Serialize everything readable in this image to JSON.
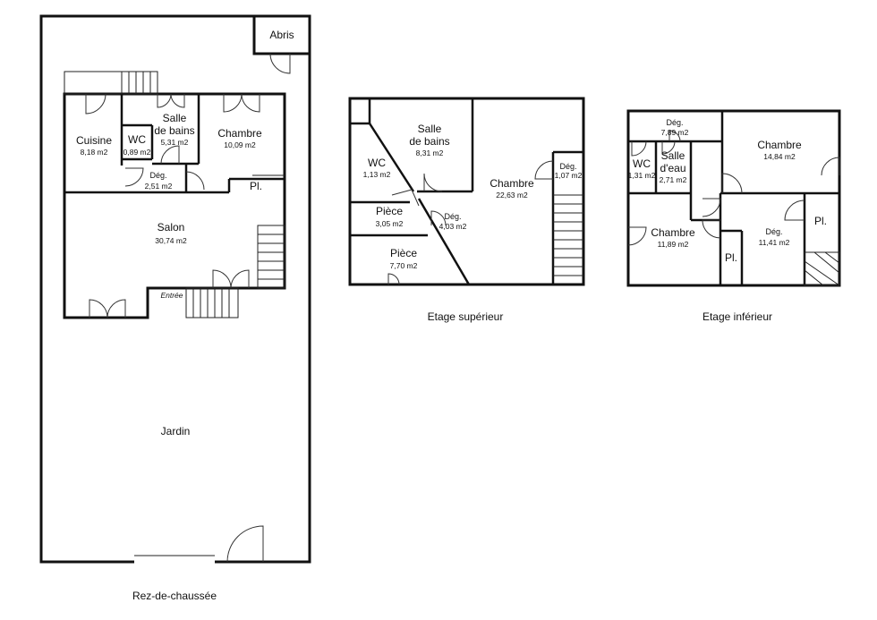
{
  "plans": {
    "rdc": {
      "caption": "Rez-de-chaussée",
      "rooms": {
        "abris": "Abris",
        "cuisine": {
          "name": "Cuisine",
          "area": "8,18 m2"
        },
        "wc": {
          "name": "WC",
          "area": "0,89 m2"
        },
        "sdb": {
          "name1": "Salle",
          "name2": "de bains",
          "area": "5,31 m2"
        },
        "chambre": {
          "name": "Chambre",
          "area": "10,09 m2"
        },
        "deg": {
          "name": "Dég.",
          "area": "2,51 m2"
        },
        "placard": "Pl.",
        "salon": {
          "name": "Salon",
          "area": "30,74 m2"
        },
        "entree": "Entrée",
        "jardin": "Jardin"
      }
    },
    "sup": {
      "caption": "Etage supérieur",
      "rooms": {
        "wc": {
          "name": "WC",
          "area": "1,13 m2"
        },
        "sdb": {
          "name1": "Salle",
          "name2": "de bains",
          "area": "8,31 m2"
        },
        "chambre": {
          "name": "Chambre",
          "area": "22,63 m2"
        },
        "deg_small": {
          "name": "Dég.",
          "area": "1,07 m2"
        },
        "piece1": {
          "name": "Pièce",
          "area": "3,05 m2"
        },
        "deg": {
          "name": "Dég.",
          "area": "4,03 m2"
        },
        "piece2": {
          "name": "Pièce",
          "area": "7,70 m2"
        }
      }
    },
    "inf": {
      "caption": "Etage inférieur",
      "rooms": {
        "deg_top": {
          "name": "Dég.",
          "area": "7,89 m2"
        },
        "wc": {
          "name": "WC",
          "area": "1,31 m2"
        },
        "salle_eau": {
          "name1": "Salle",
          "name2": "d'eau",
          "area": "2,71 m2"
        },
        "chambre1": {
          "name": "Chambre",
          "area": "14,84 m2"
        },
        "chambre2": {
          "name": "Chambre",
          "area": "11,89 m2"
        },
        "deg": {
          "name": "Dég.",
          "area": "11,41 m2"
        },
        "placard1": "Pl.",
        "placard2": "Pl."
      }
    }
  }
}
